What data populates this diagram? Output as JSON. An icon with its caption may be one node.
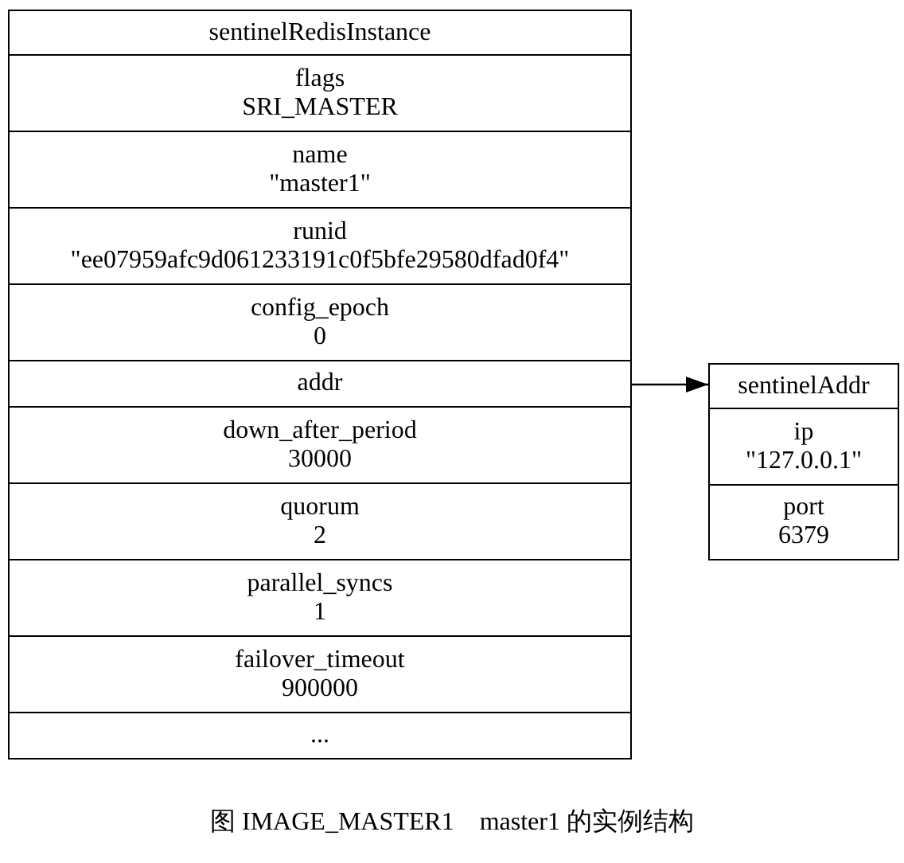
{
  "diagram": {
    "caption": "图 IMAGE_MASTER1　master1 的实例结构",
    "nodes": [
      {
        "text": [],
        "shape": "box"
      },
      {
        "text": [
          "sentinelRedisInstance"
        ],
        "in": 0
      },
      {
        "text": [
          "flags",
          "SRI_MASTER"
        ],
        "in": 0
      },
      {
        "text": [
          "name",
          "\"master1\""
        ],
        "in": 0
      },
      {
        "text": [
          "runid",
          "\"ee07959afc9d061233191c0f5bfe29580dfad0f4\""
        ],
        "in": 0
      },
      {
        "text": [
          "config_epoch",
          "0"
        ],
        "in": 0
      },
      {
        "text": [
          "addr"
        ],
        "in": 0
      },
      {
        "text": [
          "down_after_period",
          "30000"
        ],
        "in": 0
      },
      {
        "text": [
          "quorum",
          "2"
        ],
        "in": 0
      },
      {
        "text": [
          "parallel_syncs",
          "1"
        ],
        "in": 0
      },
      {
        "text": [
          "failover_timeout",
          "900000"
        ],
        "in": 0
      },
      {
        "text": [
          "..."
        ],
        "in": 0
      },
      {
        "text": [],
        "shape": "box"
      },
      {
        "text": [
          "sentinelAddr"
        ],
        "in": 12
      },
      {
        "text": [
          "ip",
          "\"127.0.0.1\""
        ],
        "in": 12
      },
      {
        "text": [
          "port",
          "6379"
        ],
        "in": 12
      }
    ],
    "edges": [
      {
        "from": 6,
        "to": 13,
        "arrow": "to"
      }
    ]
  }
}
